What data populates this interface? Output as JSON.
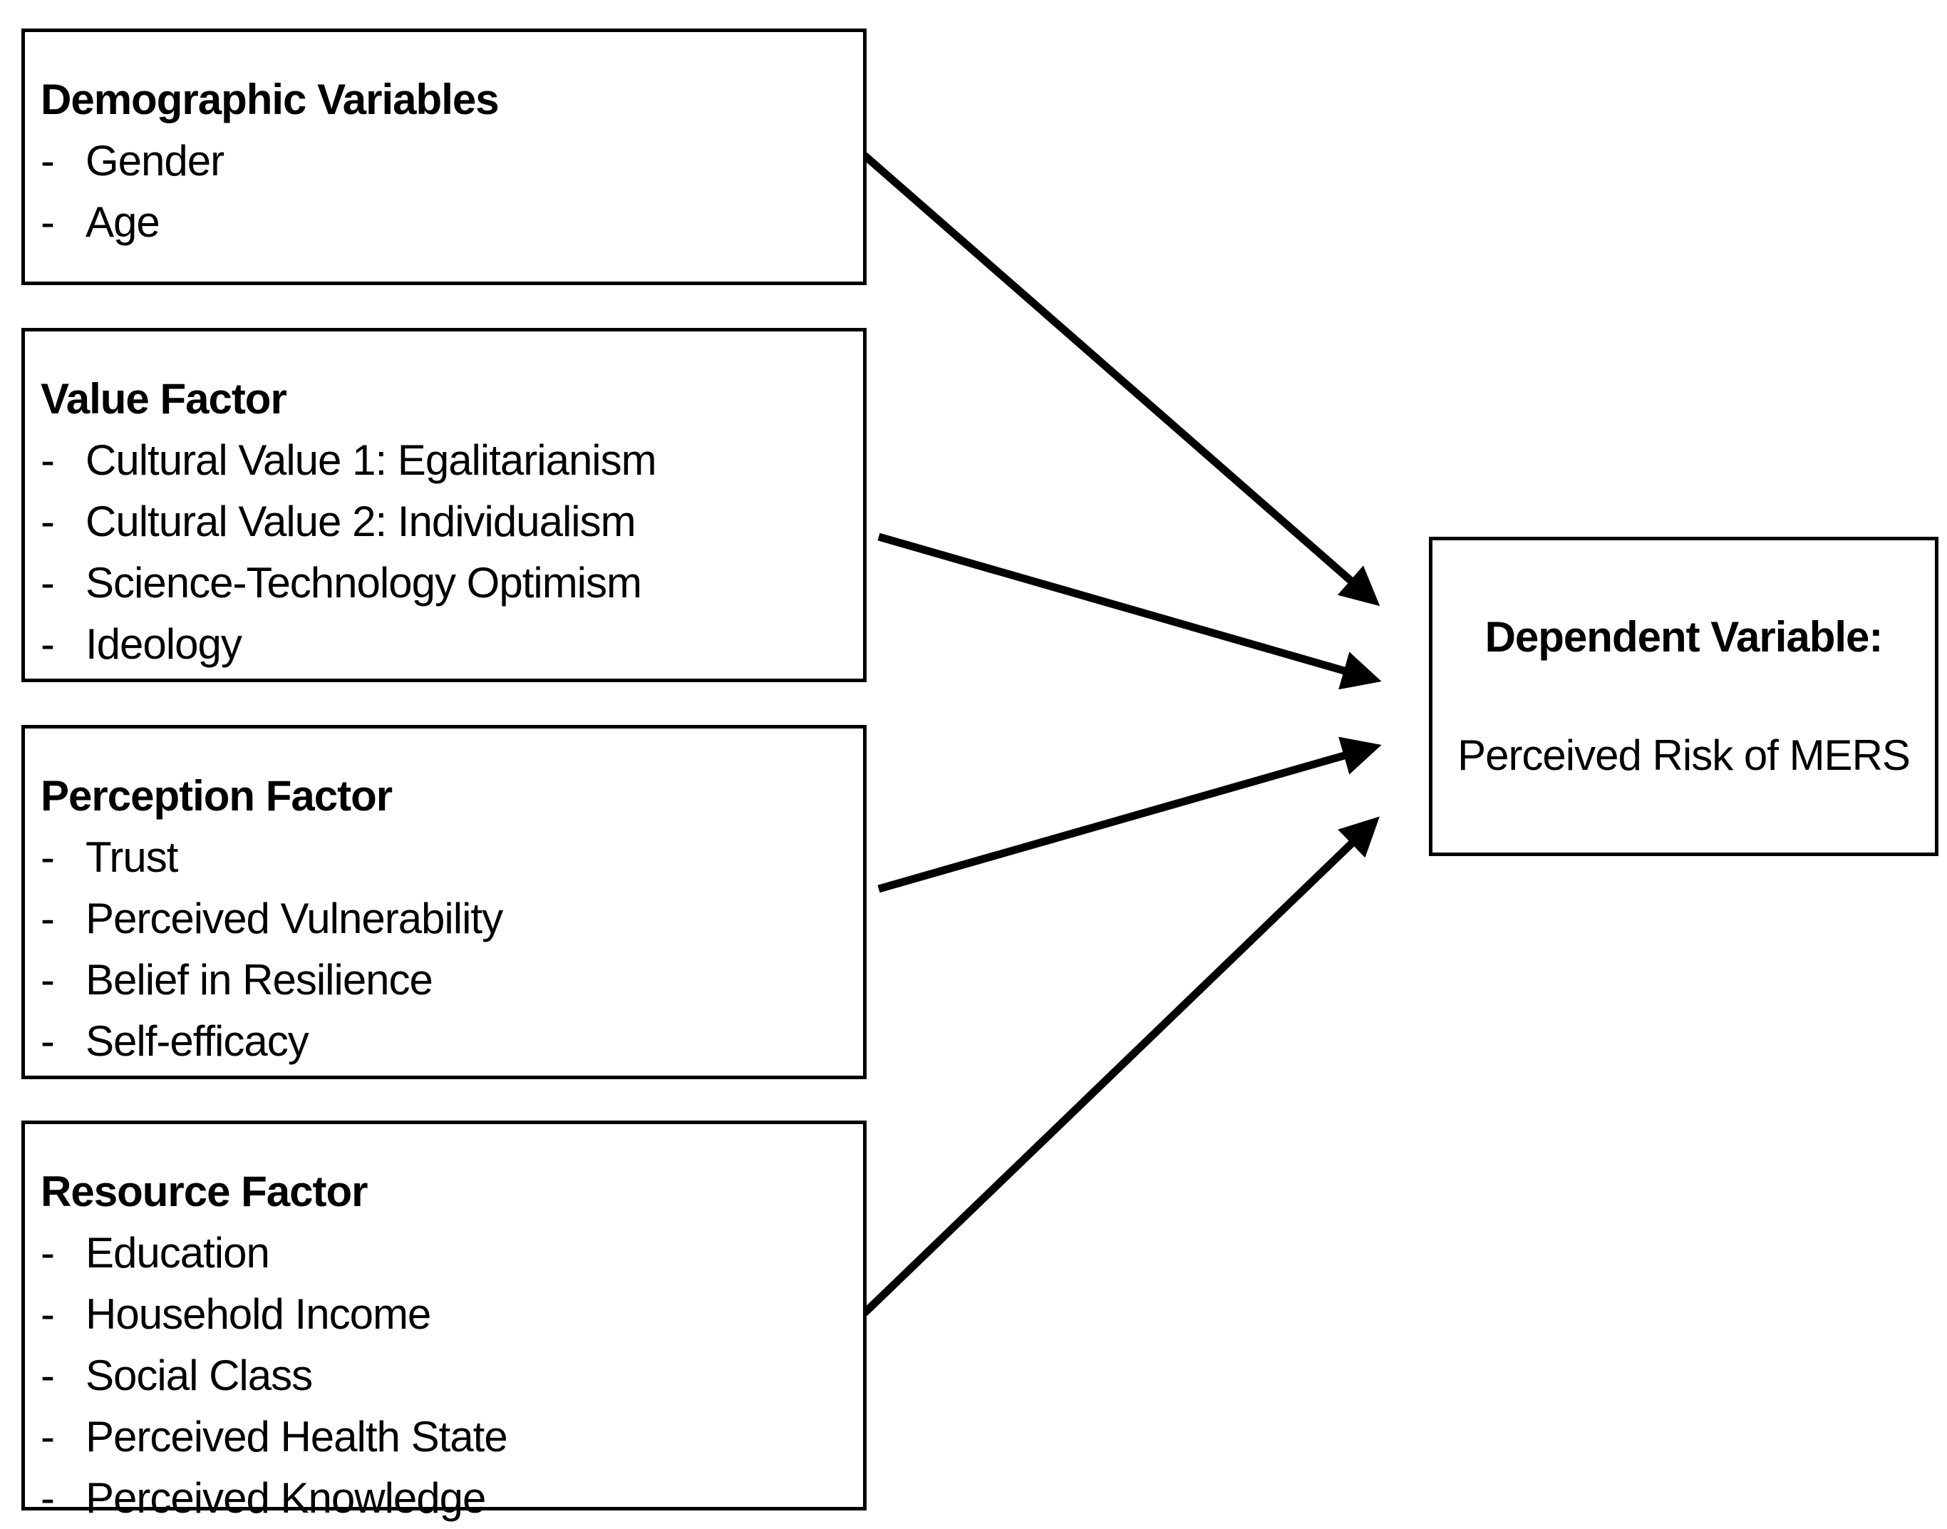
{
  "factors": [
    {
      "title": "Demographic Variables",
      "items": [
        "Gender",
        "Age"
      ]
    },
    {
      "title": "Value Factor",
      "items": [
        "Cultural Value 1: Egalitarianism",
        "Cultural Value 2: Individualism",
        "Science-Technology Optimism",
        "Ideology"
      ]
    },
    {
      "title": "Perception Factor",
      "items": [
        "Trust",
        "Perceived Vulnerability",
        "Belief in Resilience",
        "Self-efficacy"
      ]
    },
    {
      "title": "Resource Factor",
      "items": [
        "Education",
        "Household Income",
        "Social Class",
        "Perceived Health State",
        "Perceived Knowledge"
      ]
    }
  ],
  "dependent": {
    "title": "Dependent Variable:",
    "text": "Perceived Risk of MERS"
  },
  "bullet": "-",
  "edges": [
    {
      "from": "Demographic Variables",
      "to": "Dependent Variable:"
    },
    {
      "from": "Value Factor",
      "to": "Dependent Variable:"
    },
    {
      "from": "Perception Factor",
      "to": "Dependent Variable:"
    },
    {
      "from": "Resource Factor",
      "to": "Dependent Variable:"
    }
  ],
  "colors": {
    "stroke": "#000000",
    "background": "#ffffff"
  }
}
